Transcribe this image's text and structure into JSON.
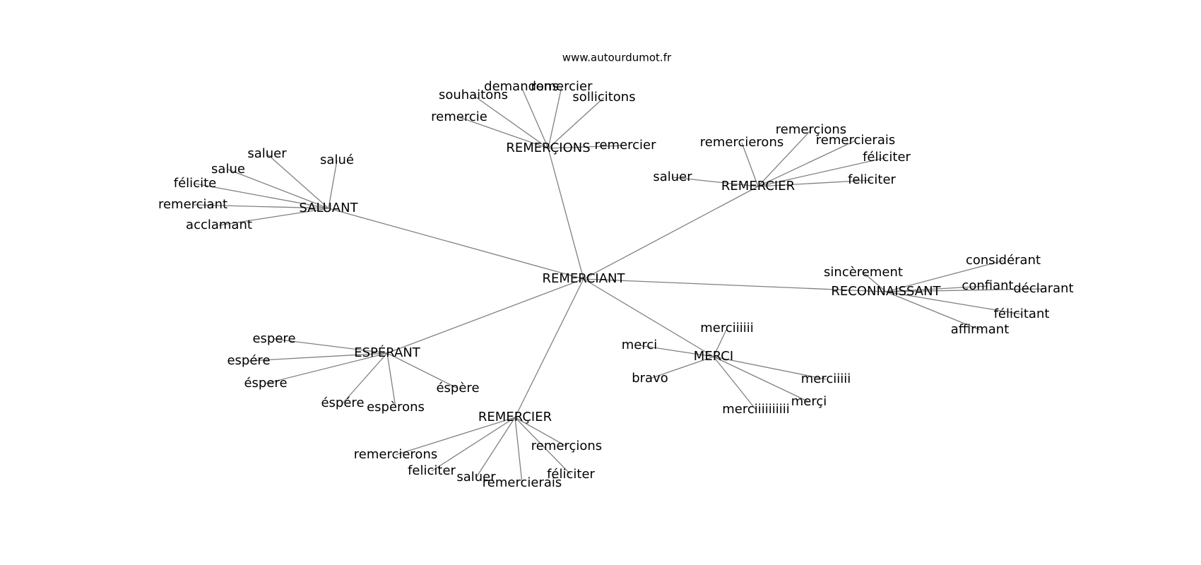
{
  "site_label": "www.autourdumot.fr",
  "edge_color": "#808080",
  "text_color": "#000000",
  "root": "REMERCIANT",
  "clusters": [
    {
      "hub": "REMERÇIONS",
      "leaves": [
        "souhaitons",
        "demandons",
        "remercier",
        "sollicitons",
        "remercie",
        "remercier"
      ]
    },
    {
      "hub": "REMERCIER",
      "leaves": [
        "remercierons",
        "remerçions",
        "remercierais",
        "féliciter",
        "saluer",
        "feliciter"
      ]
    },
    {
      "hub": "SALUANT",
      "leaves": [
        "saluer",
        "salué",
        "salue",
        "félicite",
        "remerciant",
        "acclamant"
      ]
    },
    {
      "hub": "RECONNAISSANT",
      "leaves": [
        "sincèrement",
        "considérant",
        "confiant",
        "déclarant",
        "félicitant",
        "affirmant"
      ]
    },
    {
      "hub": "ESPÉRANT",
      "leaves": [
        "espere",
        "espére",
        "éspere",
        "éspére",
        "espèrons",
        "éspère"
      ]
    },
    {
      "hub": "MERCI",
      "leaves": [
        "merciiiiii",
        "merci",
        "bravo",
        "merciiiii",
        "merçi",
        "merciiiiiiiiii"
      ]
    },
    {
      "hub": "REMERÇIER",
      "leaves": [
        "remercierons",
        "remerçions",
        "feliciter",
        "saluer",
        "remercierais",
        "féliciter"
      ]
    }
  ]
}
